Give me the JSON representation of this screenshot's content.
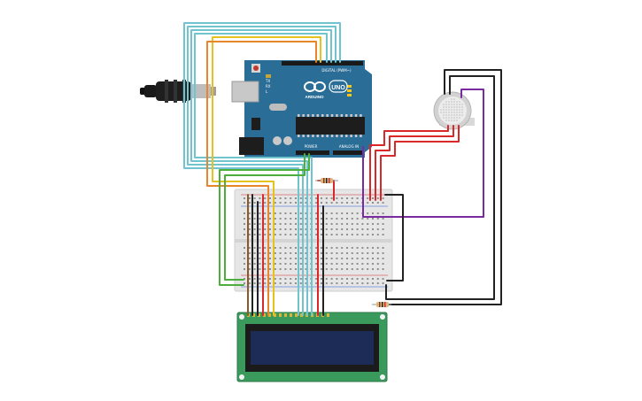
{
  "arduino": {
    "digital_label": "DIGITAL (PWM~)",
    "brand_label": "ARDUINO",
    "model_label": "UNO",
    "power_label": "POWER",
    "analog_label": "ANALOG IN",
    "tx_label": "TX",
    "rx_label": "RX",
    "l_label": "L"
  },
  "colors": {
    "arduino_board": "#2a6d96",
    "breadboard": "#e6e6e6",
    "lcd_pcb": "#3a9a5c",
    "lcd_screen": "#1d2c57",
    "wire_cyan": "#6fc4d0",
    "wire_yellow": "#e8c21c",
    "wire_orange": "#e8862a",
    "wire_green": "#4caf3c",
    "wire_red": "#d8282a",
    "wire_black": "#222222",
    "wire_purple": "#7a2aa0",
    "wire_brown": "#8a5a2a"
  },
  "components": {
    "usb_cable": "usb-cable",
    "gas_sensor": "gas-sensor",
    "resistors": 2
  }
}
